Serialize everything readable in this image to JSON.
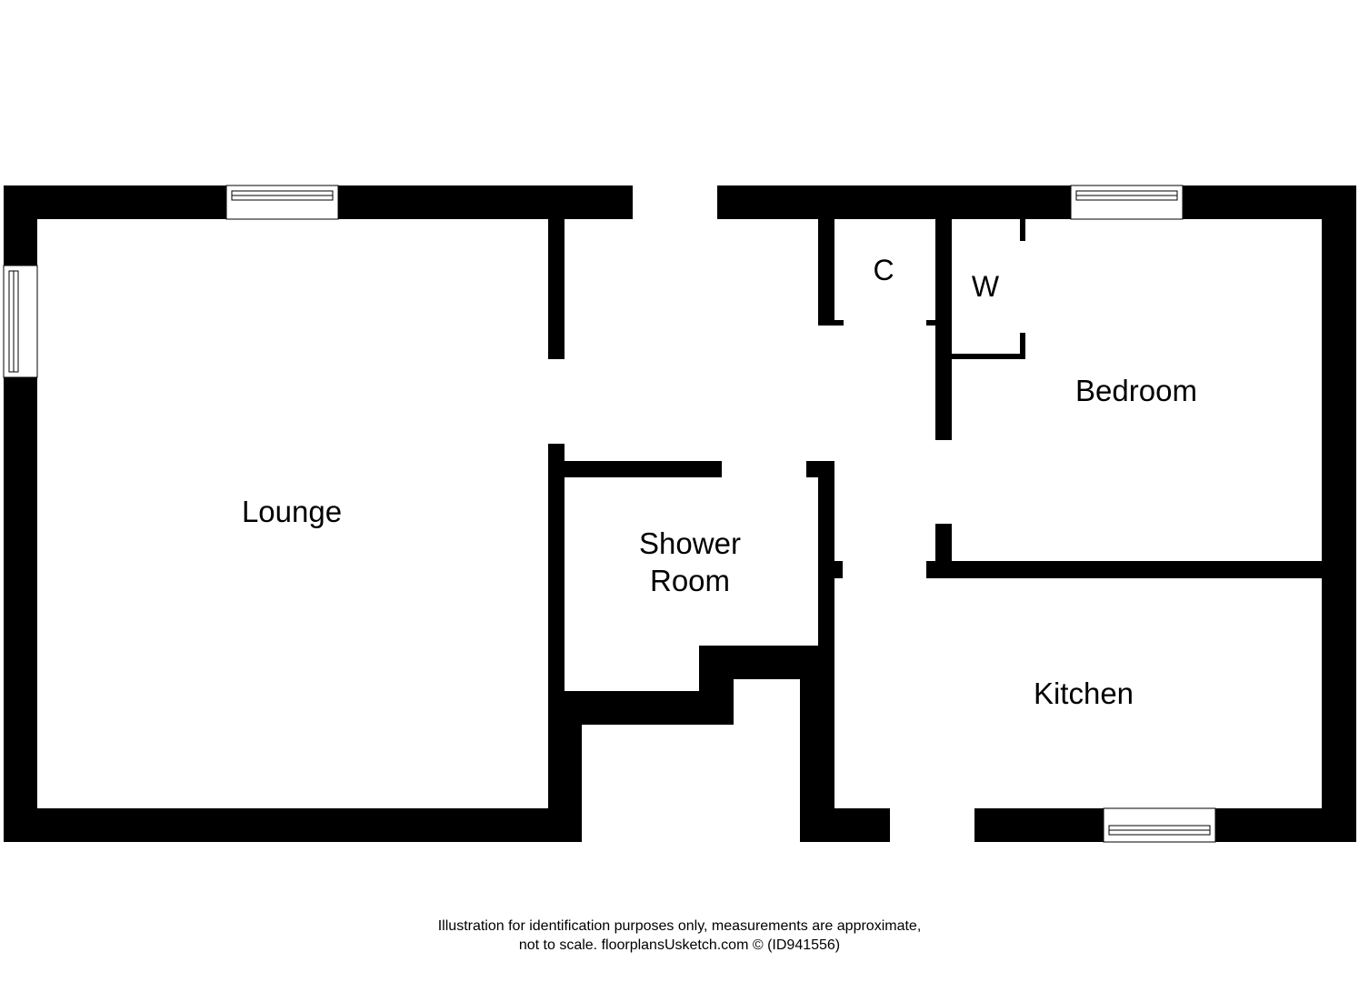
{
  "rooms": {
    "lounge": "Lounge",
    "shower_room_line1": "Shower",
    "shower_room_line2": "Room",
    "cupboard": "C",
    "wardrobe": "W",
    "bedroom": "Bedroom",
    "kitchen": "Kitchen"
  },
  "disclaimer": {
    "line1": "Illustration for identification purposes only, measurements are approximate,",
    "line2": "not to scale. floorplansUsketch.com © (ID941556)"
  },
  "colors": {
    "wall": "#000000",
    "background": "#ffffff"
  }
}
